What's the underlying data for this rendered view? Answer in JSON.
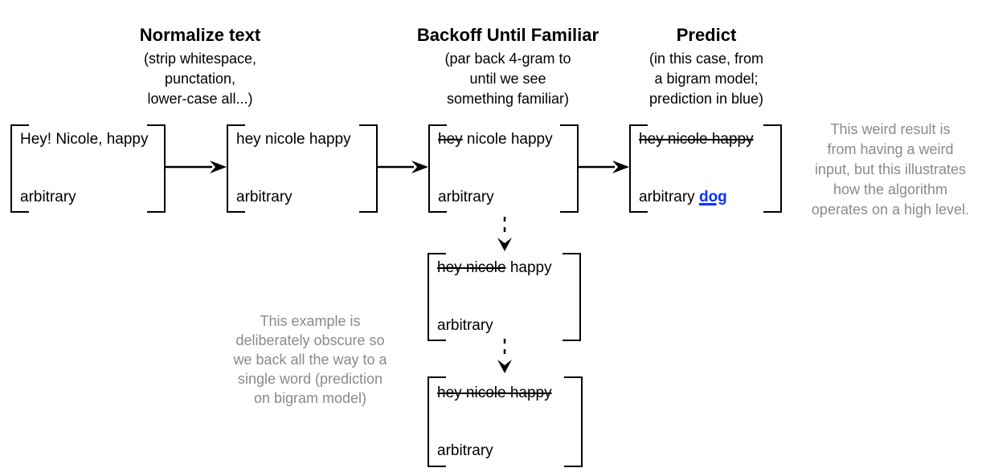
{
  "diagram": {
    "steps": [
      {
        "title": "Normalize text",
        "subtitle_lines": [
          "(strip whitespace,",
          "punctation,",
          "lower-case all...)"
        ]
      },
      {
        "title": "Backoff Until Familiar",
        "subtitle_lines": [
          "(par back 4-gram to",
          "until we see",
          "something familiar)"
        ]
      },
      {
        "title": "Predict",
        "subtitle_lines": [
          "(in this case, from",
          "a bigram model;",
          "prediction in blue)"
        ]
      }
    ],
    "boxes": {
      "input": {
        "line1": "Hey! Nicole, happy",
        "line2": "arbitrary"
      },
      "normalized": {
        "line1": "hey nicole happy",
        "line2": "arbitrary"
      },
      "backoff1": {
        "line1_strike": "hey",
        "line1_rest": " nicole happy",
        "line2": "arbitrary"
      },
      "predicted": {
        "line1_strike": "hey nicole happy",
        "line2_normal": "arbitrary ",
        "line2_prediction": "dog"
      },
      "backoff2": {
        "line1_strike": "hey nicole",
        "line1_rest": " happy",
        "line2": "arbitrary"
      },
      "backoff3": {
        "line1_strike": "hey nicole happy",
        "line2": "arbitrary"
      }
    },
    "notes": {
      "right_lines": [
        "This weird result is",
        "from having a weird",
        "input, but this illustrates",
        "how the algorithm",
        "operates on a high level."
      ],
      "left_lines": [
        "This example is",
        "deliberately obscure so",
        "we back all the way to a",
        "single word (prediction",
        "on bigram model)"
      ]
    },
    "colors": {
      "ink": "#000000",
      "prediction_blue": "#0432ff",
      "note_gray": "#8a8a8a",
      "background": "#ffffff"
    }
  }
}
